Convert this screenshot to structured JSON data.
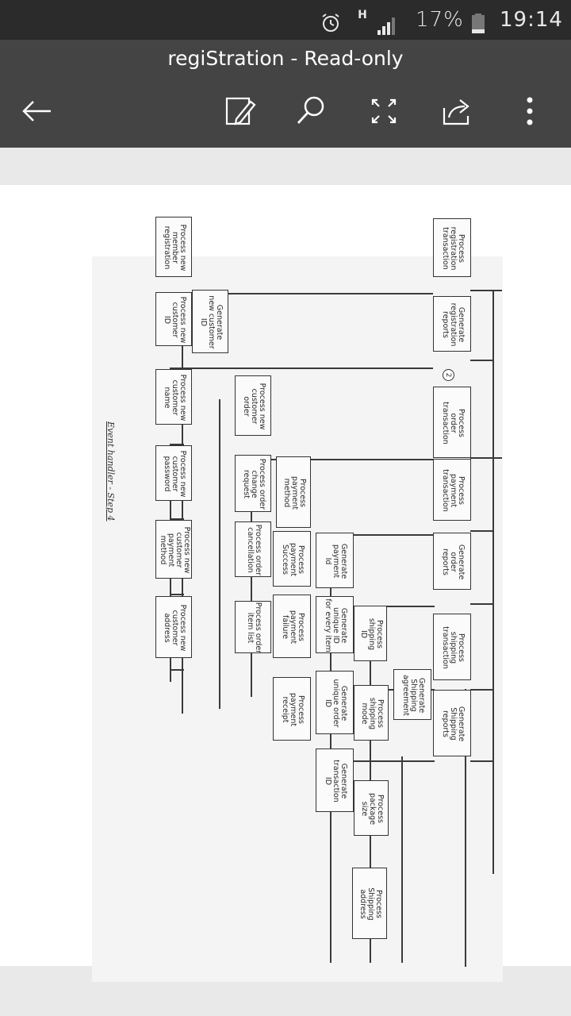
{
  "status_bar": {
    "network": "H",
    "battery": "17%",
    "time": "19:14"
  },
  "app_bar": {
    "title": "regiStration - Read-only"
  },
  "icons": {
    "back": "back-arrow-icon",
    "edit": "edit-pen-icon",
    "search": "search-icon",
    "fullscreen": "fullscreen-icon",
    "share": "share-icon",
    "more": "more-vertical-icon"
  },
  "diagram": {
    "caption": "Event handler - Step 4",
    "marker": "2",
    "boxes": {
      "b1": "Process\nregistration\ntransaction",
      "b2": "Generate\nregistration\nreports",
      "b3": "Process\norder\ntransaction",
      "b4": "Process\npayment\ntransaction",
      "b5": "Generate\norder\nreports",
      "b6": "Process\nshipping\ntransaction",
      "b7": "Generate\nShipping\nreports",
      "b8": "Process new\nmember\nregistration",
      "b9": "Process new\ncustomer\nID",
      "b10": "Process new\ncustomer\nname",
      "b11": "Process new\ncustomer\npassword",
      "b12": "Process new\ncustomer\npayment method",
      "b13": "Process new\ncustomer\naddress",
      "b14": "Generate\nnew customer\nID",
      "b15": "Process new\ncustomer\norder",
      "b16": "Process order\nchange\nrequest",
      "b17": "Process order\ncancellation",
      "b18": "Process order\nitem list",
      "b19": "Process\npayment\nmethod",
      "b20": "Process\npayment\nSuccess",
      "b21": "Process\npayment\nfailure",
      "b22": "Process\npayment\nreceipt",
      "b23": "Generate\npayment\nId",
      "b24": "Generate\nunique ID\nfor every item",
      "b25": "Generate\nunique order\nID",
      "b26": "Generate\ntransaction\nID",
      "b27": "Process\nshipping\nID",
      "b28": "Process\nshipping\nmode",
      "b29": "Process\npackage\nsize",
      "b30": "Process\nShipping\naddress",
      "b31": "Generate\nShipping\nagreement"
    }
  }
}
